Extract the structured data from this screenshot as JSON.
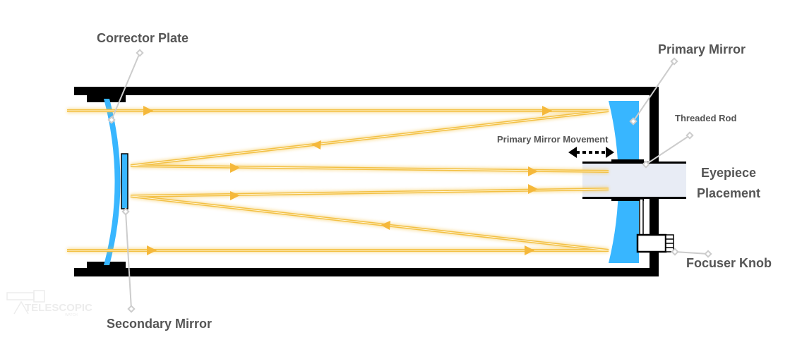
{
  "title": "Maksutov-Cassegrain Telescope Diagram",
  "labels": {
    "corrector_plate": "Corrector Plate",
    "primary_mirror": "Primary Mirror",
    "threaded_rod": "Threaded Rod",
    "primary_mirror_movement": "Primary Mirror Movement",
    "eyepiece_line1": "Eyepiece",
    "eyepiece_line2": "Placement",
    "focuser_knob": "Focuser Knob",
    "secondary_mirror": "Secondary Mirror"
  },
  "watermark": {
    "line1": "TELESCOPIC",
    "line2": "WATCH"
  },
  "colors": {
    "mirror": "#38b6ff",
    "light": "#f5c242",
    "tube": "#000000",
    "label": "#555555",
    "pointer": "#cccccc",
    "eyepiece": "#e8ecf5"
  }
}
